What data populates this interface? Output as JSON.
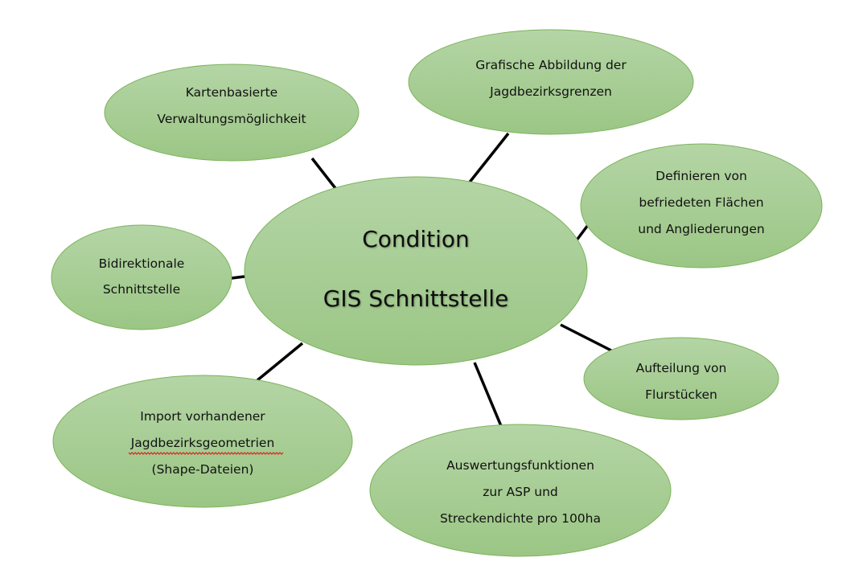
{
  "colors": {
    "fill_top": "#b4d5a5",
    "fill_bottom": "#9bc685",
    "stroke": "#7db35c",
    "line": "#000000"
  },
  "center": {
    "lines": [
      "Condition",
      "GIS Schnittstelle"
    ]
  },
  "nodes": [
    {
      "id": "kartenbasiert",
      "lines": [
        "Kartenbasierte",
        "Verwaltungsmöglichkeit"
      ]
    },
    {
      "id": "grafische",
      "lines": [
        "Grafische Abbildung der",
        "Jagdbezirksgrenzen"
      ]
    },
    {
      "id": "definieren",
      "lines": [
        "Definieren von",
        "befriedeten Flächen",
        "und Angliederungen"
      ]
    },
    {
      "id": "bidirektional",
      "lines": [
        "Bidirektionale",
        "Schnittstelle"
      ]
    },
    {
      "id": "aufteilung",
      "lines": [
        "Aufteilung von",
        "Flurstücken"
      ]
    },
    {
      "id": "import",
      "lines": [
        "Import vorhandener",
        "Jagdbezirksgeometrien",
        "(Shape-Dateien)"
      ]
    },
    {
      "id": "auswertung",
      "lines": [
        "Auswertungsfunktionen",
        "zur ASP und",
        "Streckendichte pro 100ha"
      ]
    }
  ]
}
